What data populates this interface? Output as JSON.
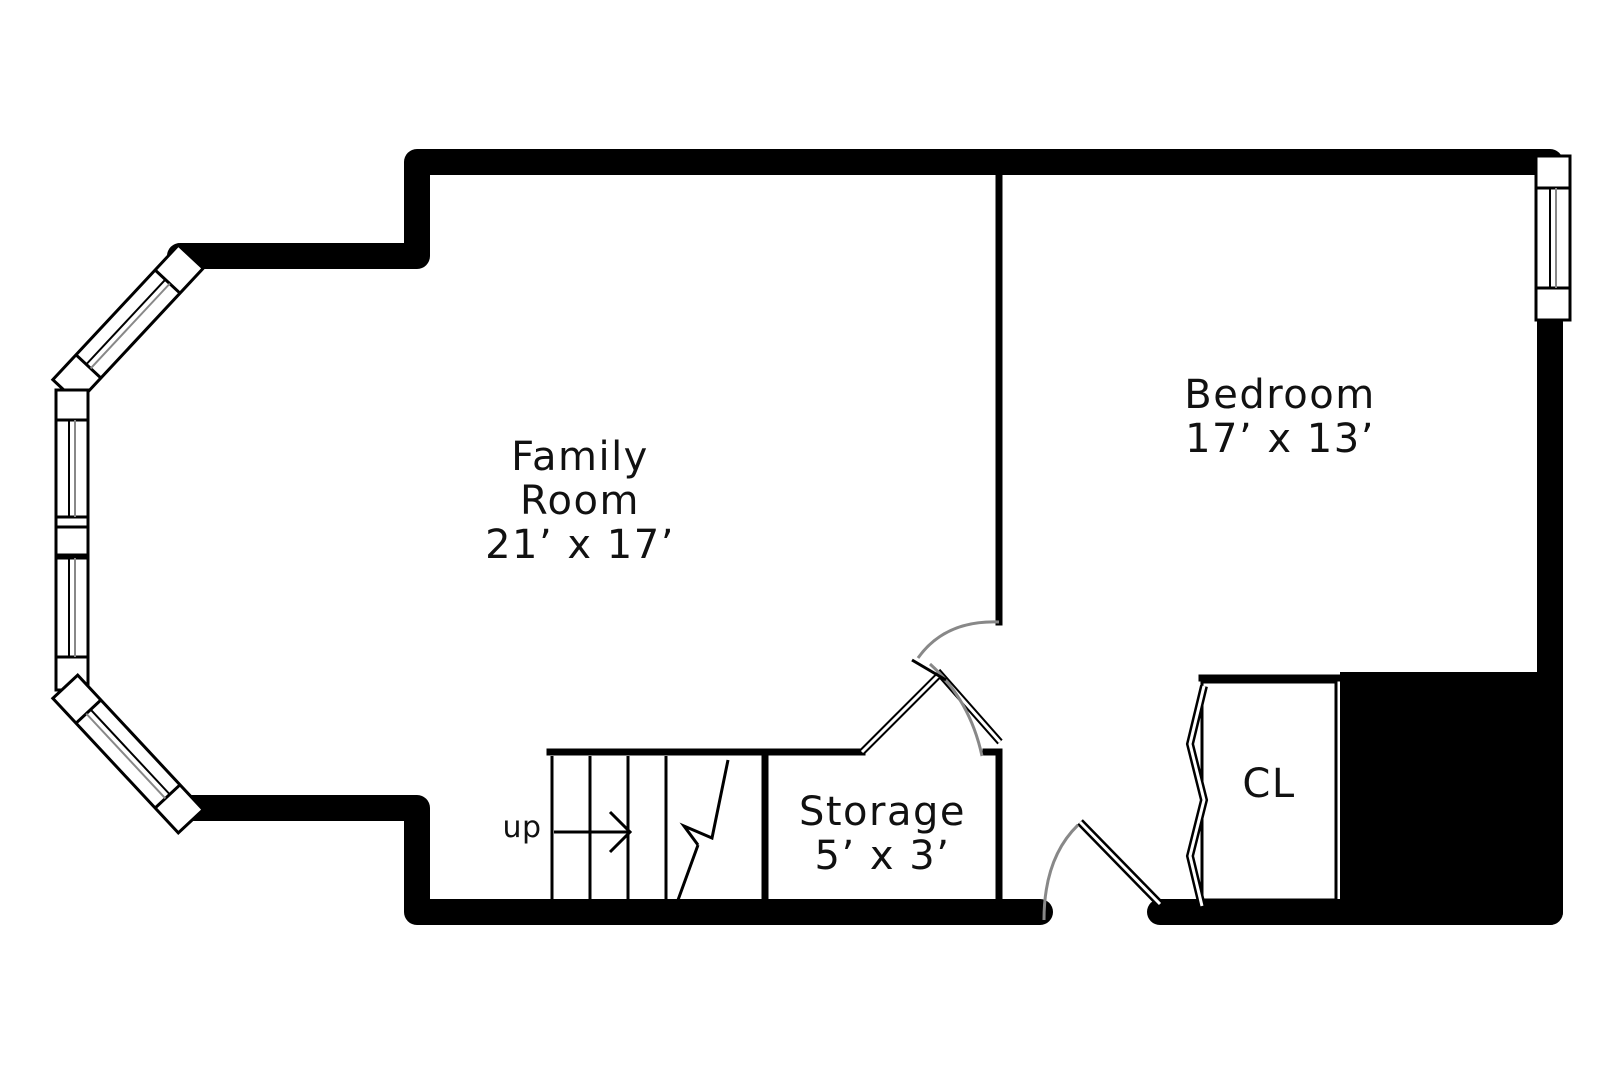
{
  "rooms": {
    "family": {
      "name_line1": "Family",
      "name_line2": "Room",
      "size": "21’ x 17’"
    },
    "bedroom": {
      "name": "Bedroom",
      "size": "17’ x 13’"
    },
    "storage": {
      "name": "Storage",
      "size": "5’ x 3’"
    },
    "closet": {
      "name": "CL"
    }
  },
  "stairs": {
    "direction_label": "up"
  },
  "colors": {
    "wall": "#000000",
    "door_swing": "#888888",
    "background": "#ffffff"
  }
}
